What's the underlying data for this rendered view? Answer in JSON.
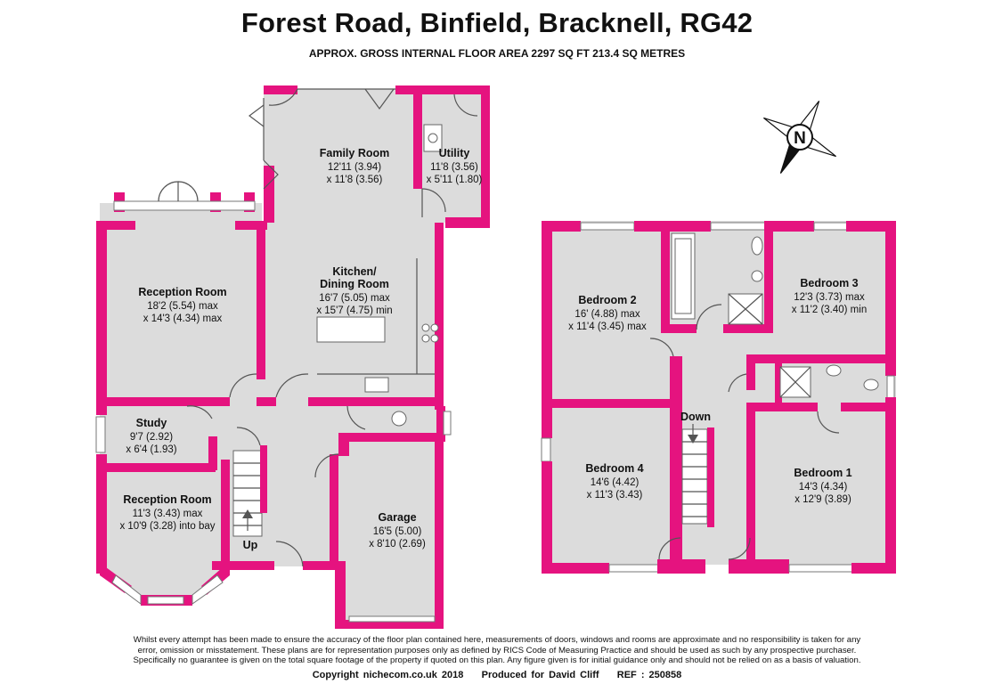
{
  "header": {
    "title": "Forest Road, Binfield, Bracknell, RG42",
    "subtitle": "APPROX. GROSS INTERNAL FLOOR AREA 2297 SQ FT 213.4 SQ METRES"
  },
  "colors": {
    "wall": "#e5137f",
    "floor": "#dcdcdc",
    "line": "#555555"
  },
  "compass": {
    "label": "N"
  },
  "ground_floor": {
    "family_room": {
      "name": "Family Room",
      "dim1": "12'11 (3.94)",
      "dim2": "x 11'8 (3.56)"
    },
    "utility": {
      "name": "Utility",
      "dim1": "11'8 (3.56)",
      "dim2": "x 5'11 (1.80)"
    },
    "reception_room_1": {
      "name": "Reception Room",
      "dim1": "18'2 (5.54) max",
      "dim2": "x 14'3 (4.34) max"
    },
    "kitchen": {
      "name1": "Kitchen/",
      "name2": "Dining Room",
      "dim1": "16'7 (5.05) max",
      "dim2": "x 15'7 (4.75) min"
    },
    "study": {
      "name": "Study",
      "dim1": "9'7 (2.92)",
      "dim2": "x 6'4 (1.93)"
    },
    "reception_room_2": {
      "name": "Reception Room",
      "dim1": "11'3 (3.43) max",
      "dim2": "x 10'9 (3.28) into bay"
    },
    "garage": {
      "name": "Garage",
      "dim1": "16'5 (5.00)",
      "dim2": "x 8'10 (2.69)"
    },
    "stairs_label": "Up"
  },
  "first_floor": {
    "bedroom_2": {
      "name": "Bedroom 2",
      "dim1": "16' (4.88) max",
      "dim2": "x 11'4 (3.45) max"
    },
    "bedroom_3": {
      "name": "Bedroom 3",
      "dim1": "12'3 (3.73) max",
      "dim2": "x 11'2 (3.40) min"
    },
    "bedroom_4": {
      "name": "Bedroom 4",
      "dim1": "14'6 (4.42)",
      "dim2": "x 11'3 (3.43)"
    },
    "bedroom_1": {
      "name": "Bedroom 1",
      "dim1": "14'3 (4.34)",
      "dim2": "x 12'9 (3.89)"
    },
    "stairs_label": "Down"
  },
  "footer": {
    "disclaimer_1": "Whilst every attempt has been made to ensure the accuracy of the floor plan contained here, measurements of doors, windows and rooms are approximate and no responsibility is taken for any",
    "disclaimer_2": "error, omission or misstatement. These plans are for representation purposes only as defined by RICS Code of Measuring Practice and should be used as such by any prospective purchaser.",
    "disclaimer_3": "Specifically no guarantee is given on the total square footage of the property if quoted on this plan. Any figure given is for initial guidance only and should not be relied on as a basis of valuation.",
    "copyright": "Copyright nichecom.co.uk 2018",
    "produced": "Produced for David Cliff",
    "ref": "REF : 250858"
  }
}
